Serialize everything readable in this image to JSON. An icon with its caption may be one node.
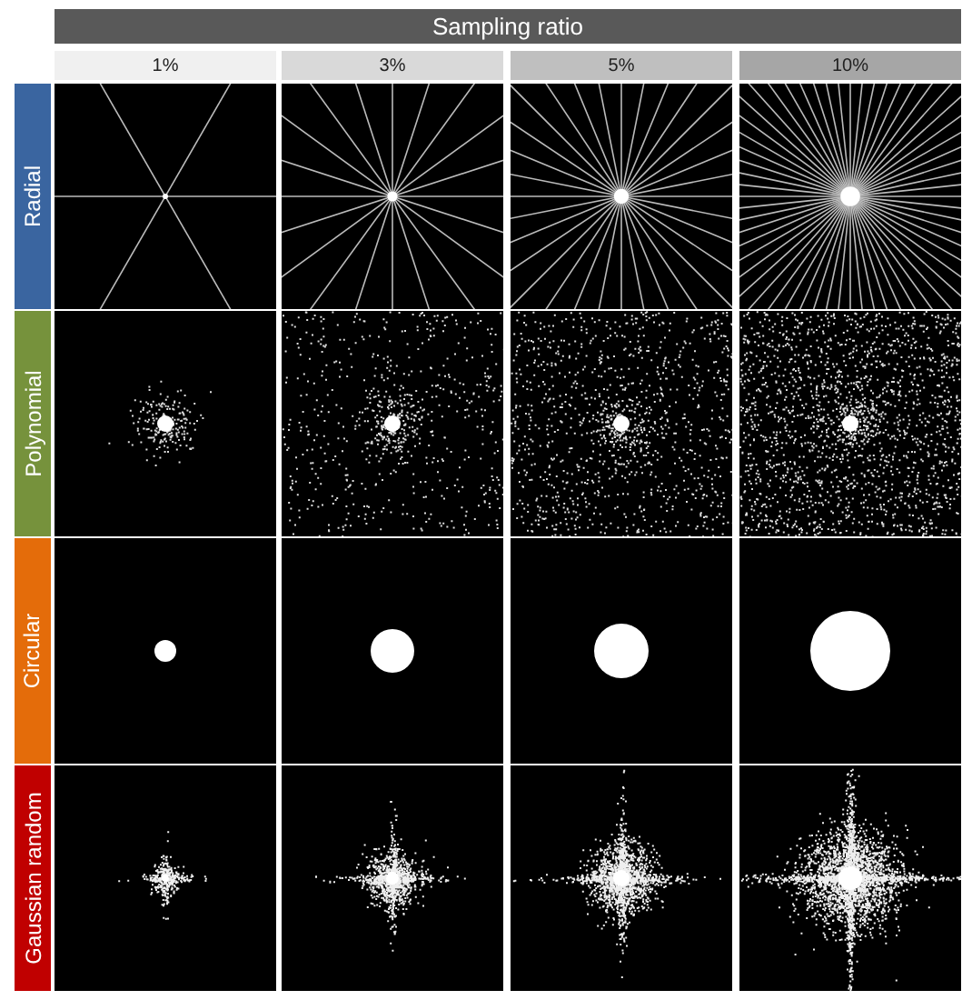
{
  "diagram": {
    "nodes": [
      {
        "text": [
          "Sampling ratio"
        ]
      },
      {
        "text": [
          "1%"
        ]
      },
      {
        "text": [
          "3%"
        ]
      },
      {
        "text": [
          "5%"
        ]
      },
      {
        "text": [
          "10%"
        ]
      },
      {
        "text": [
          "Radial"
        ]
      },
      {
        "text": [
          "Polynomial"
        ]
      },
      {
        "text": [
          "Circular"
        ]
      },
      {
        "text": [
          "Gaussian random"
        ]
      }
    ]
  }
}
